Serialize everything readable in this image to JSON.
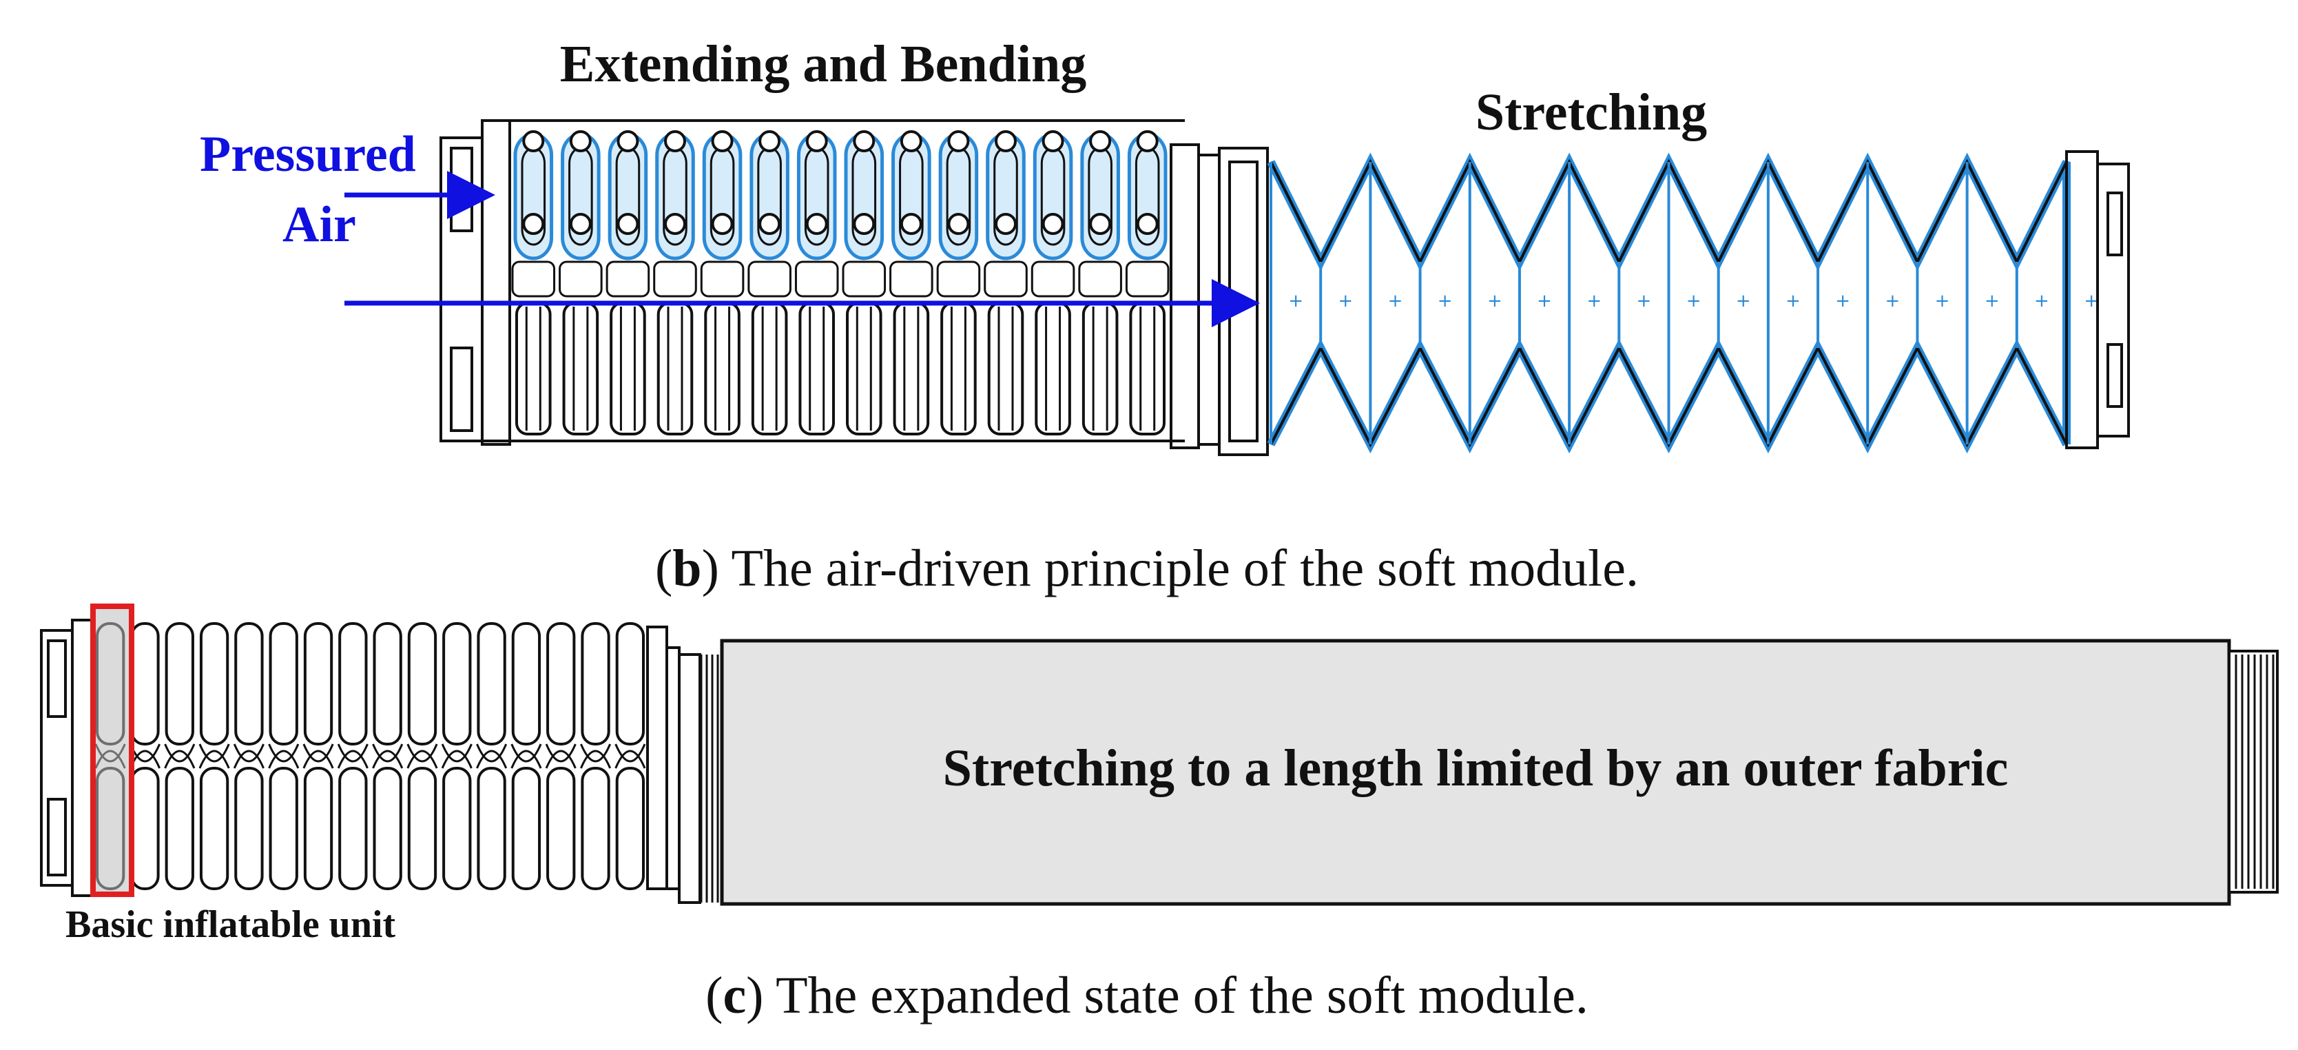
{
  "panel_b": {
    "label_extending": "Extending and Bending",
    "label_stretching": "Stretching",
    "label_pressured": "Pressured",
    "label_air": "Air",
    "caption_letter": "b",
    "caption_text": ") The air-driven principle of the soft module.",
    "bellows_units": 14,
    "stretch_folds": 8
  },
  "panel_c": {
    "label_basic_unit": "Basic inflatable unit",
    "label_fabric": "Stretching to a length limited by an outer fabric",
    "caption_letter": "c",
    "caption_text": ") The expanded state of the soft module.",
    "bellows_units": 16
  },
  "colors": {
    "line": "#111111",
    "air_blue": "#1010e0",
    "chamber_blue": "#2a8ad8",
    "chamber_fill": "#d6ecfb",
    "highlight_red": "#e02020",
    "fabric_fill": "#e4e4e4"
  }
}
